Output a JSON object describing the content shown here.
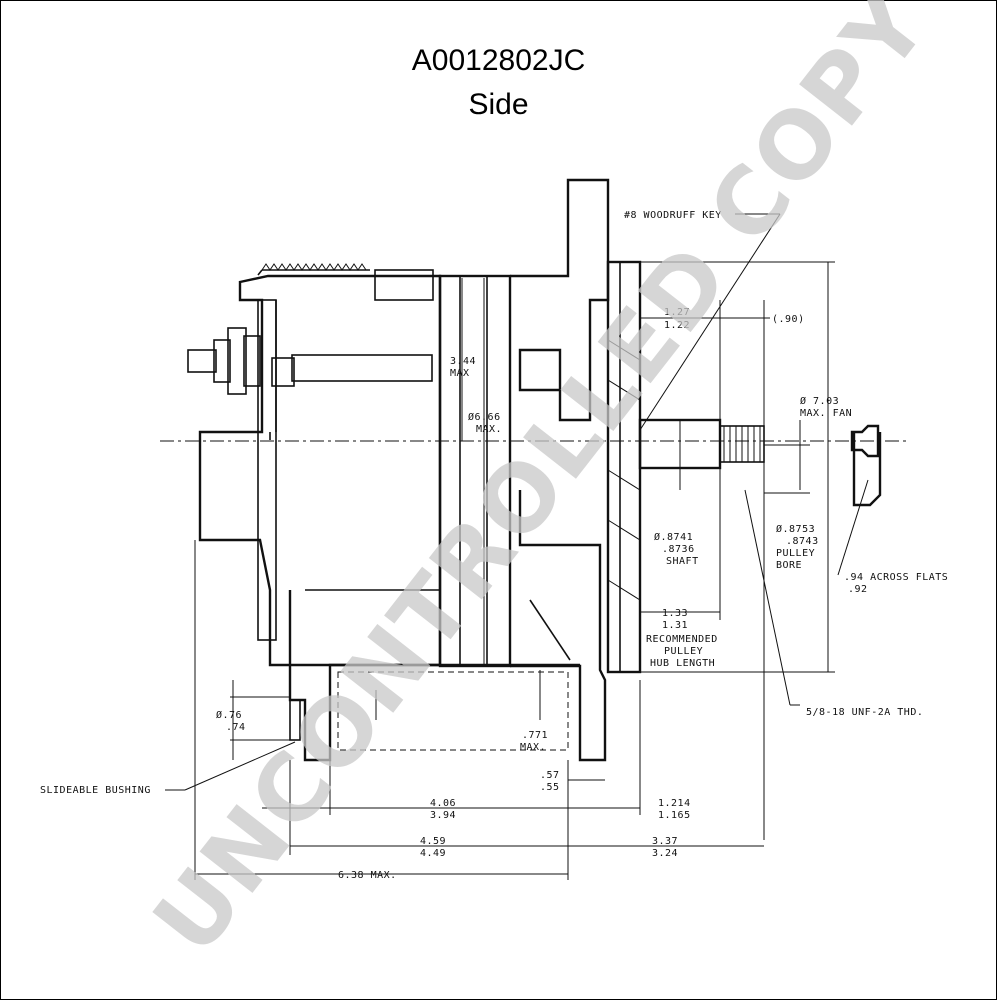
{
  "title": {
    "part_number": "A0012802JC",
    "view": "Side"
  },
  "watermark": "UNCONTROLLED COPY",
  "labels": {
    "woodruff_key": "#8 WOODRUFF KEY",
    "dim_1_27": "1.27",
    "dim_1_22": "1.22",
    "dim_0_90": "(.90)",
    "dim_3_44": "3.44",
    "max_1": "MAX",
    "dim_6_66": "Ø6.66",
    "max_2": "MAX.",
    "dim_7_03": "Ø 7.03",
    "max_fan": "MAX. FAN",
    "shaft_1": "Ø.8741",
    "shaft_2": ".8736",
    "shaft_3": "SHAFT",
    "bore_1": "Ø.8753",
    "bore_2": ".8743",
    "bore_3": "PULLEY",
    "bore_4": "BORE",
    "flats_1": ".94 ACROSS FLATS",
    "flats_2": ".92",
    "hub_1": "1.33",
    "hub_2": "1.31",
    "rec_1": "RECOMMENDED",
    "rec_2": "PULLEY",
    "rec_3": "HUB LENGTH",
    "thread": "5/8-18 UNF-2A THD.",
    "dia_76": "Ø.76",
    "dia_74": ".74",
    "d_771": ".771",
    "max_3": "MAX.",
    "d_57": ".57",
    "d_55": ".55",
    "bushing": "SLIDEABLE BUSHING",
    "d_4_06": "4.06",
    "d_3_94": "3.94",
    "d_1_214": "1.214",
    "d_1_165": "1.165",
    "d_4_59": "4.59",
    "d_4_49": "4.49",
    "d_3_37": "3.37",
    "d_3_24": "3.24",
    "d_6_38": "6.38 MAX."
  }
}
